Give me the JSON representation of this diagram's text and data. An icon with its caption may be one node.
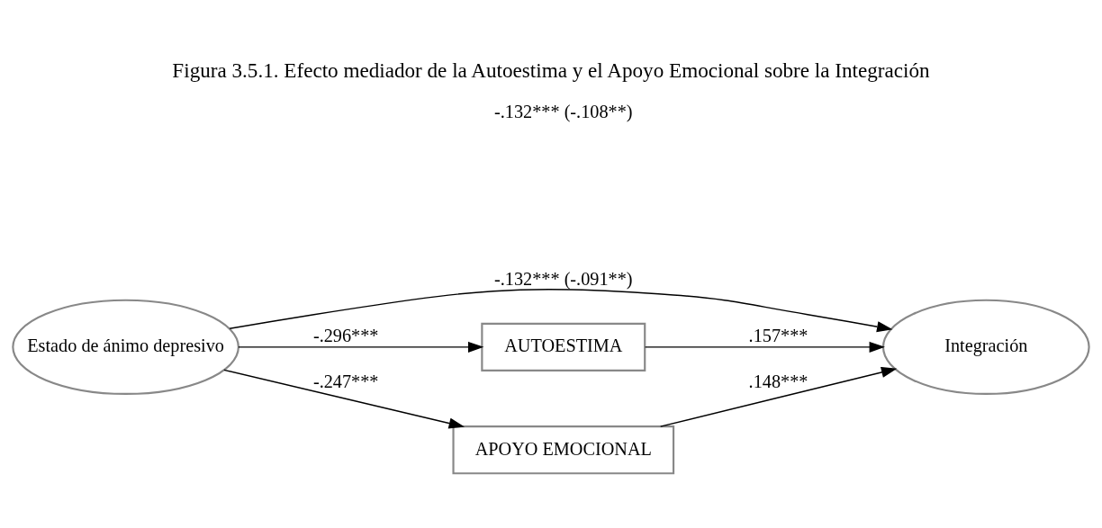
{
  "diagram": {
    "title": "Figura 3.5.1. Efecto mediador de la Autoestima y el Apoyo Emocional sobre la Integración",
    "nodes": [
      {
        "text": [
          "Estado de ánimo depresivo"
        ]
      },
      {
        "text": [
          "Integración"
        ]
      },
      {
        "text": [
          "AUTOESTIMA"
        ]
      },
      {
        "text": [
          "APOYO EMOCIONAL"
        ]
      }
    ],
    "edges": [
      {
        "from": 0,
        "to": 1,
        "arrow": "to",
        "label": "-.132*** (-.091**)"
      },
      {
        "from": 0,
        "to": 2,
        "arrow": "to",
        "label": "-.296***"
      },
      {
        "from": 2,
        "to": 1,
        "arrow": "to",
        "label": ".157***"
      },
      {
        "from": 0,
        "to": 3,
        "arrow": "to",
        "label": "-.247***"
      },
      {
        "from": 3,
        "to": 1,
        "arrow": "to",
        "label": ".148***"
      }
    ],
    "labels": [
      "-.132*** (-.108**)"
    ]
  }
}
